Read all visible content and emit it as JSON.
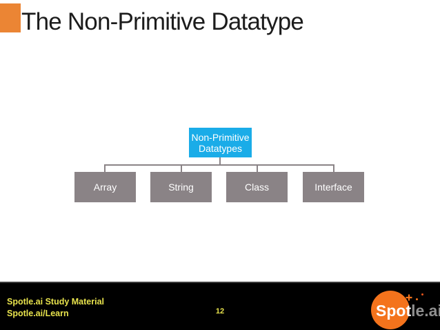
{
  "slide": {
    "title": "The Non-Primitive Datatype",
    "page_number": "12"
  },
  "diagram": {
    "root_label": "Non-Primitive\nDatatypes",
    "children": [
      "Array",
      "String",
      "Class",
      "Interface"
    ]
  },
  "footer": {
    "line1": "Spotle.ai Study Material",
    "line2": "Spotle.ai/Learn"
  },
  "logo": {
    "text_primary": "Spot",
    "text_secondary": "le.ai",
    "icons": [
      "sparkle-plus-icon",
      "sparkle-dot-icon",
      "sparkle-dot-icon"
    ]
  },
  "colors": {
    "title_accent_orange": "#EB8534",
    "root_box_blue": "#1AACE8",
    "child_box_gray": "#8A8386",
    "connector_gray": "#8A8386",
    "footer_background": "#000000",
    "footer_text_yellow": "#E8E34D",
    "logo_orange": "#F4731C",
    "logo_text_gray": "#8F8F8F",
    "title_text": "#1C1C1C"
  }
}
